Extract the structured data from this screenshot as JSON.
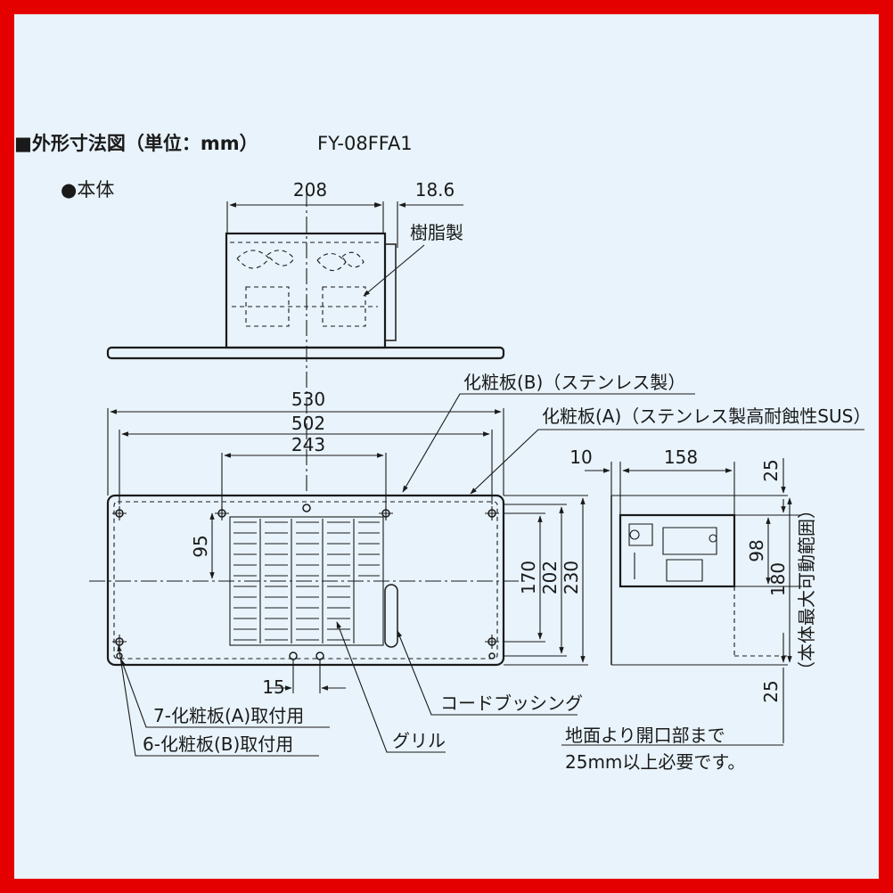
{
  "title": {
    "heading": "■外形寸法図（単位：mm）",
    "model": "FY-08FFA1",
    "subheading": "●本体"
  },
  "top_view": {
    "dim_width": "208",
    "dim_offset": "18.6",
    "label_material": "樹脂製"
  },
  "front_view": {
    "dim_530": "530",
    "dim_502": "502",
    "dim_243": "243",
    "dim_95": "95",
    "dim_170": "170",
    "dim_202": "202",
    "dim_230": "230",
    "dim_15": "15",
    "label_plate_b": "化粧板(B)（ステンレス製）",
    "label_plate_a": "化粧板(A)（ステンレス製高耐蝕性SUS）",
    "label_cord": "コードブッシング",
    "label_grille": "グリル",
    "label_holes_a": "7-化粧板(A)取付用",
    "label_holes_b": "6-化粧板(B)取付用"
  },
  "side_view": {
    "dim_10": "10",
    "dim_158": "158",
    "dim_25_top": "25",
    "dim_98": "98",
    "dim_180": "180",
    "dim_25_bottom": "25",
    "label_range": "（本体最大可動範囲）",
    "note_line1": "地面より開口部まで",
    "note_line2": "25mm以上必要です。"
  }
}
